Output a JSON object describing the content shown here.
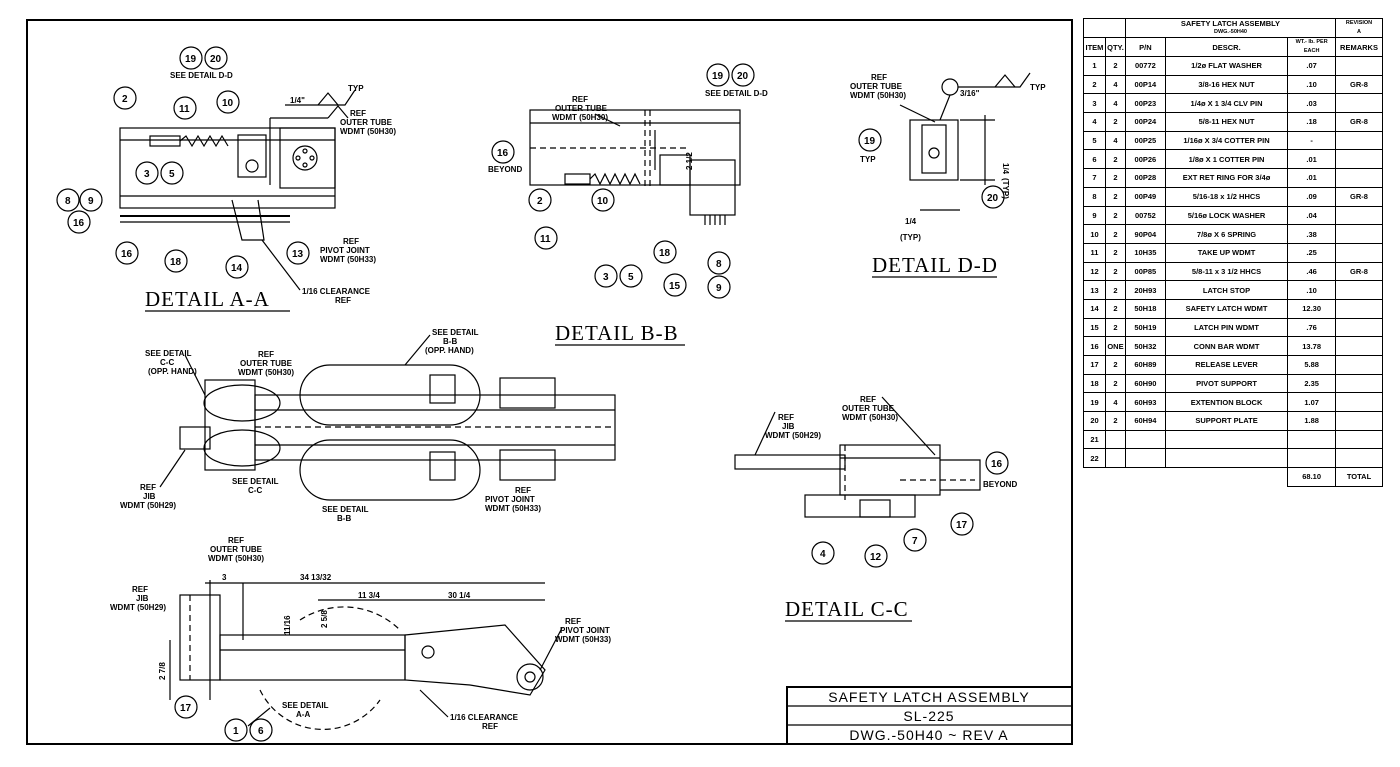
{
  "callouts": {
    "ref": "REF",
    "outer_tube": "OUTER TUBE",
    "outer_tube_wdmt": "WDMT (50H30)",
    "pivot_joint": "PIVOT JOINT",
    "pivot_joint_wdmt": "WDMT (50H33)",
    "jib": "JIB",
    "jib_wdmt": "WDMT (50H29)",
    "see_detail_dd": "SEE DETAIL D-D",
    "see_detail": "SEE DETAIL",
    "bb": "B-B",
    "cc": "C-C",
    "aa": "A-A",
    "see_detail_cc": "SEE DETAIL C-C",
    "opp_hand": "(OPP. HAND)",
    "clearance": "1/16 CLEARANCE",
    "typ": "TYP",
    "typ_paren": "(TYP)",
    "beyond": "BEYOND",
    "quarter": "1/4",
    "quarter_in": "1/4\"",
    "three_sixteenth": "3/16\"",
    "two_half": "2 1/2",
    "dim_3": "3",
    "dim_34": "34 13/32",
    "dim_11_16": "11/16",
    "dim_2_5_8": "2 5/8",
    "dim_11_3_4": "11 3/4",
    "dim_30_1_4": "30 1/4",
    "dim_2_7_8": "2 7/8"
  },
  "details": {
    "aa": "DETAIL A-A",
    "bb": "DETAIL B-B",
    "cc": "DETAIL C-C",
    "dd": "DETAIL D-D"
  },
  "title_block": {
    "title": "SAFETY LATCH ASSEMBLY",
    "number": "SL-225",
    "dwg": "DWG.-50H40 ~ REV A"
  },
  "bom": {
    "title": "SAFETY LATCH ASSEMBLY",
    "dwg": "DWG.-50H40",
    "revision": "REVISION",
    "revision_letter": "A",
    "headers": [
      "ITEM",
      "QTY.",
      "P/N",
      "DESCR.",
      "WT.- lb. PER EACH",
      "REMARKS"
    ],
    "rows": [
      [
        "1",
        "2",
        "00772",
        "1/2ø FLAT WASHER",
        ".07",
        ""
      ],
      [
        "2",
        "4",
        "00P14",
        "3/8-16 HEX NUT",
        ".10",
        "GR-8"
      ],
      [
        "3",
        "4",
        "00P23",
        "1/4ø X 1 3/4 CLV PIN",
        ".03",
        ""
      ],
      [
        "4",
        "2",
        "00P24",
        "5/8-11 HEX NUT",
        ".18",
        "GR-8"
      ],
      [
        "5",
        "4",
        "00P25",
        "1/16ø X 3/4 COTTER PIN",
        "-",
        ""
      ],
      [
        "6",
        "2",
        "00P26",
        "1/8ø X 1 COTTER PIN",
        ".01",
        ""
      ],
      [
        "7",
        "2",
        "00P28",
        "EXT RET RING FOR 3/4ø",
        ".01",
        ""
      ],
      [
        "8",
        "2",
        "00P49",
        "5/16-18 x 1/2 HHCS",
        ".09",
        "GR-8"
      ],
      [
        "9",
        "2",
        "00752",
        "5/16ø LOCK WASHER",
        ".04",
        ""
      ],
      [
        "10",
        "2",
        "90P04",
        "7/8ø X 6 SPRING",
        ".38",
        ""
      ],
      [
        "11",
        "2",
        "10H35",
        "TAKE UP WDMT",
        ".25",
        ""
      ],
      [
        "12",
        "2",
        "00P85",
        "5/8-11 x 3 1/2 HHCS",
        ".46",
        "GR-8"
      ],
      [
        "13",
        "2",
        "20H93",
        "LATCH STOP",
        ".10",
        ""
      ],
      [
        "14",
        "2",
        "50H18",
        "SAFETY LATCH WDMT",
        "12.30",
        ""
      ],
      [
        "15",
        "2",
        "50H19",
        "LATCH PIN WDMT",
        ".76",
        ""
      ],
      [
        "16",
        "ONE",
        "50H32",
        "CONN BAR WDMT",
        "13.78",
        ""
      ],
      [
        "17",
        "2",
        "60H89",
        "RELEASE LEVER",
        "5.88",
        ""
      ],
      [
        "18",
        "2",
        "60H90",
        "PIVOT SUPPORT",
        "2.35",
        ""
      ],
      [
        "19",
        "4",
        "60H93",
        "EXTENTION BLOCK",
        "1.07",
        ""
      ],
      [
        "20",
        "2",
        "60H94",
        "SUPPORT PLATE",
        "1.88",
        ""
      ],
      [
        "21",
        "",
        "",
        "",
        "",
        ""
      ],
      [
        "22",
        "",
        "",
        "",
        "",
        ""
      ]
    ],
    "total_value": "68.10",
    "total_label": "TOTAL"
  },
  "balloons": {
    "n1": "1",
    "n2": "2",
    "n3": "3",
    "n4": "4",
    "n5": "5",
    "n6": "6",
    "n7": "7",
    "n8": "8",
    "n9": "9",
    "n10": "10",
    "n11": "11",
    "n12": "12",
    "n13": "13",
    "n14": "14",
    "n15": "15",
    "n16": "16",
    "n17": "17",
    "n18": "18",
    "n19": "19",
    "n20": "20"
  }
}
